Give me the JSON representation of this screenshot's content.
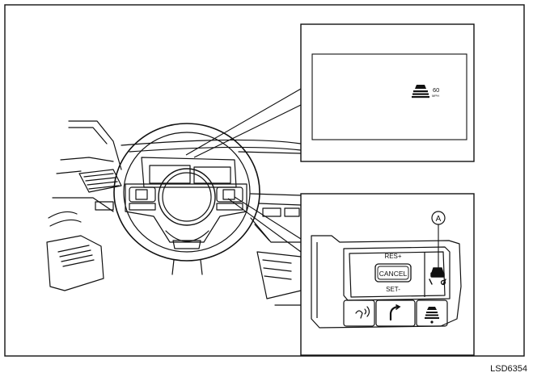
{
  "figure": {
    "code": "LSD6354",
    "callout_letter": "A"
  },
  "display_inset": {
    "speed_value": "60",
    "speed_unit": "MPH",
    "icon": "vehicle-ahead-distance-icon"
  },
  "switch_inset": {
    "res_label": "RES+",
    "cancel_label": "CANCEL",
    "set_label": "SET-",
    "icons": [
      "steering-assist-icon",
      "voice-recognition-icon",
      "phone-icon",
      "distance-icon"
    ]
  },
  "colors": {
    "line": "#111111",
    "background": "#ffffff"
  }
}
